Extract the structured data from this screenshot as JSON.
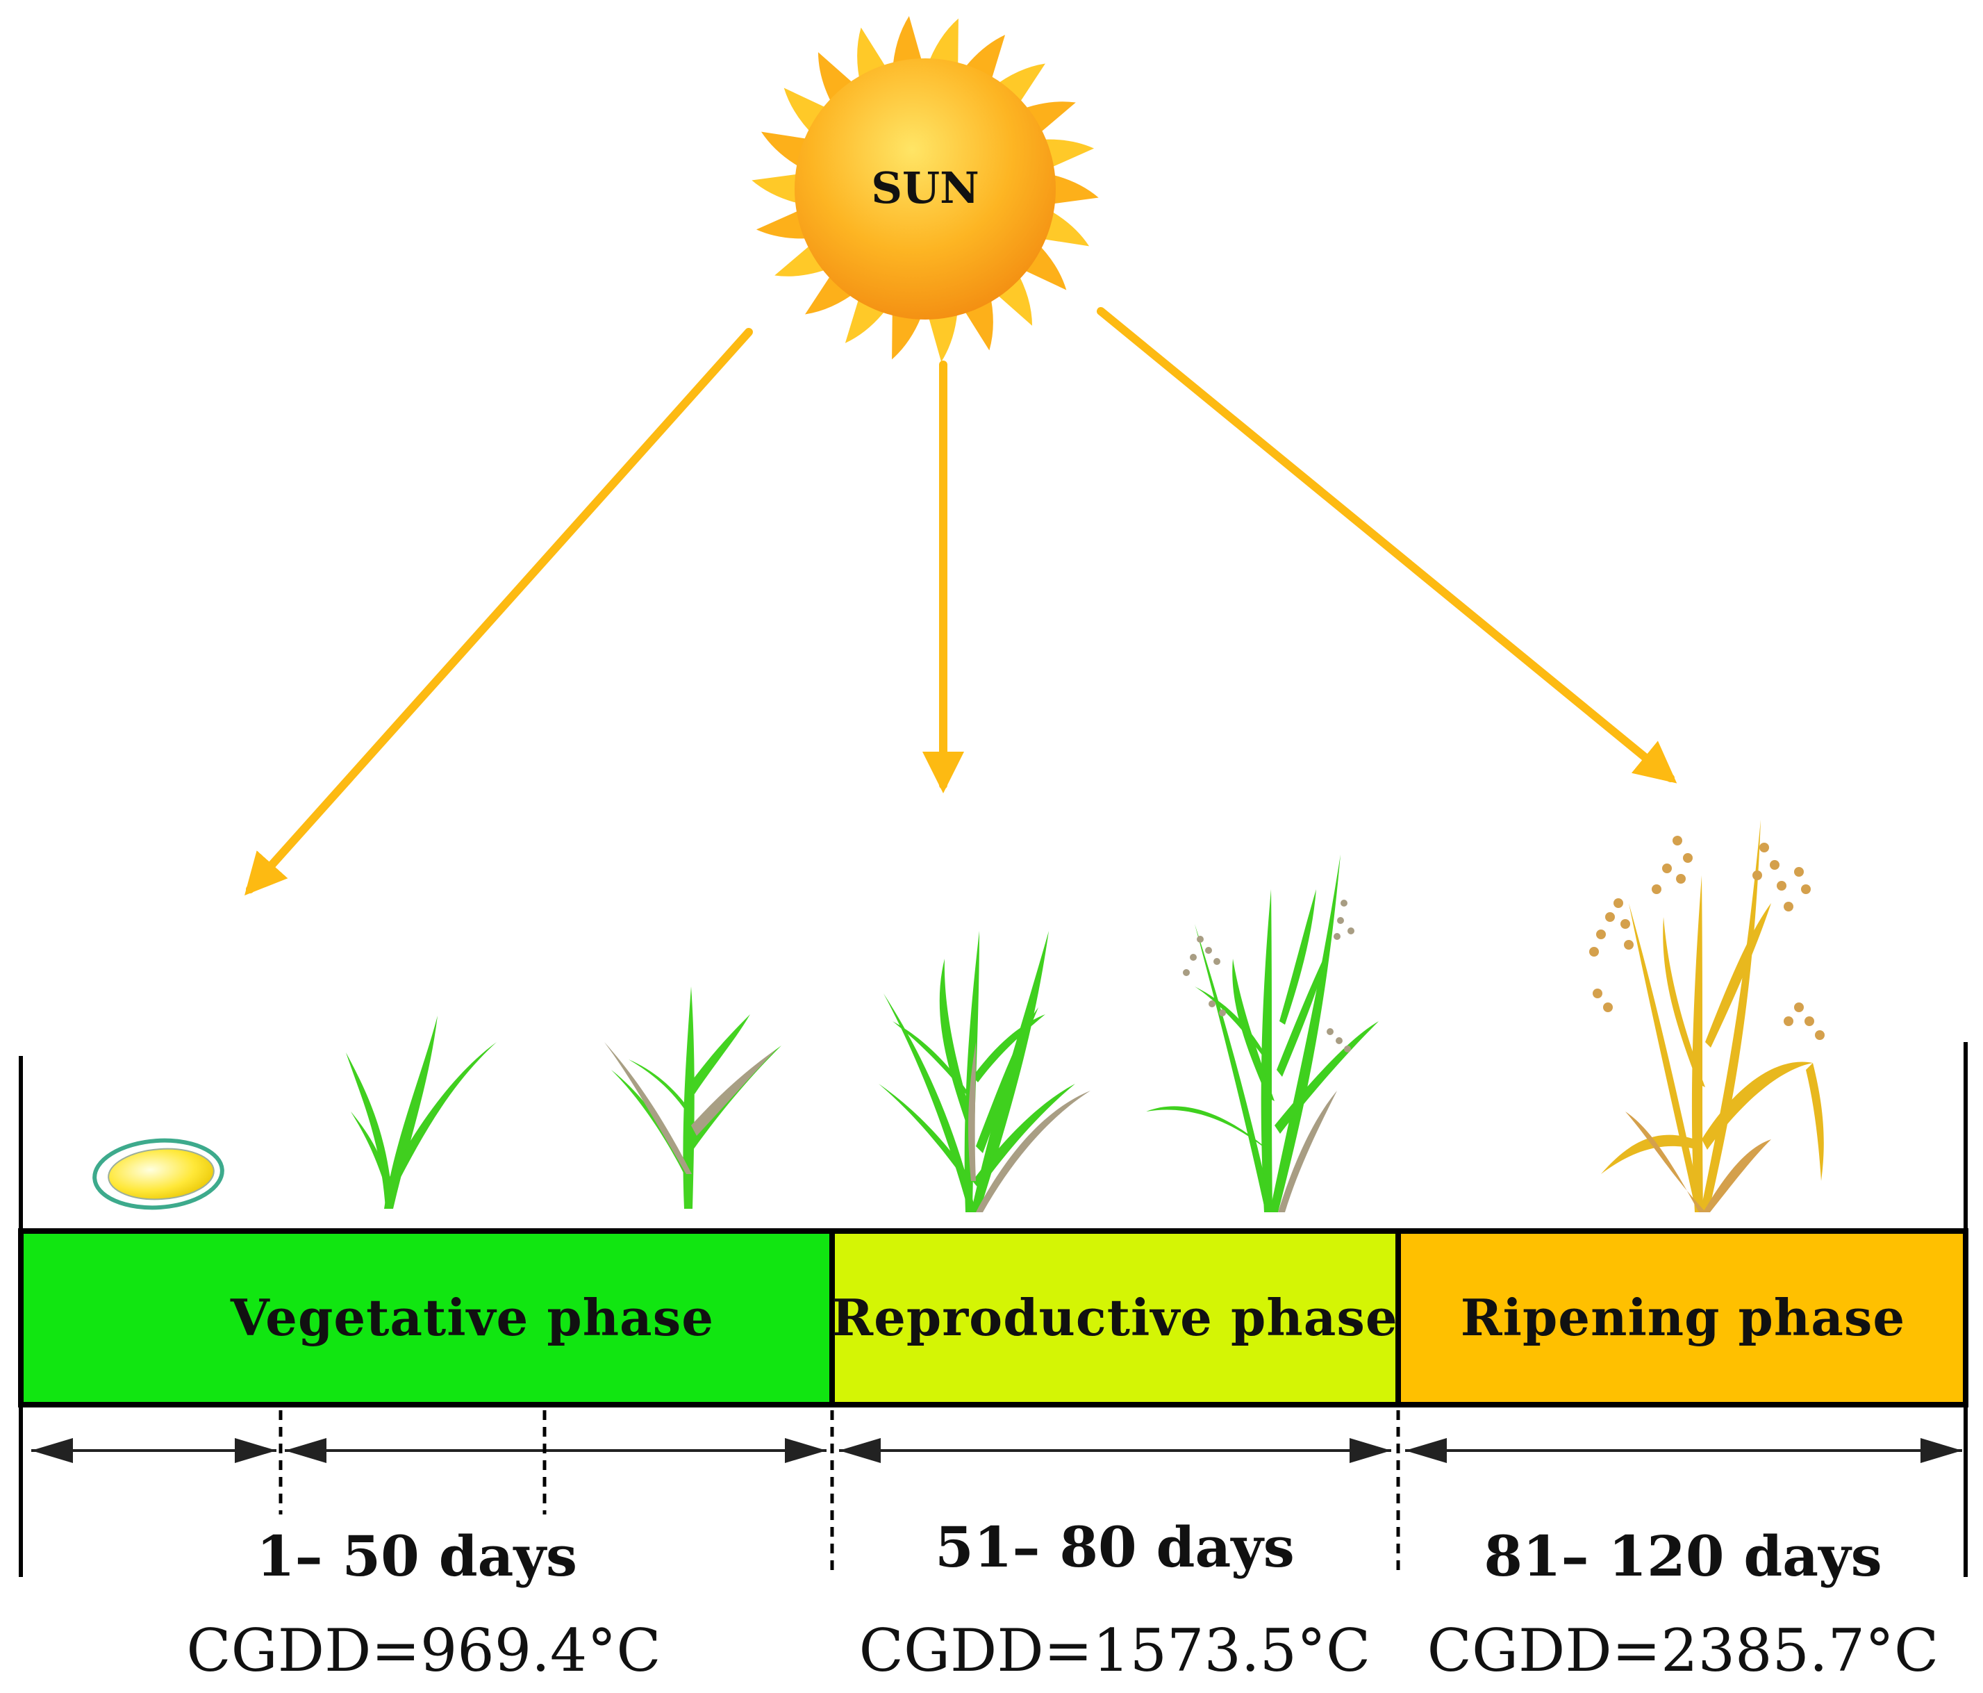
{
  "sun": {
    "label": "SUN",
    "color": "#F7A81B"
  },
  "arrow_color": "#FDBA12",
  "phases": [
    {
      "name": "Vegetative phase",
      "color": "#11E611",
      "days": "1– 50 days",
      "cgdd": "CGDD=969.4°C"
    },
    {
      "name": "Reproductive  phase",
      "color": "#D4F505",
      "days": "51– 80 days",
      "cgdd": "CGDD=1573.5°C"
    },
    {
      "name": "Ripening phase",
      "color": "#FFC000",
      "days": "81– 120 days",
      "cgdd": "CGDD=2385.7°C"
    }
  ],
  "stages": [
    {
      "icon": "rice-seed-icon"
    },
    {
      "icon": "seedling-icon"
    },
    {
      "icon": "tillering-plant-icon"
    },
    {
      "icon": "booting-plant-icon"
    },
    {
      "icon": "heading-plant-icon"
    },
    {
      "icon": "mature-rice-plant-icon"
    }
  ],
  "colors": {
    "leaf_green": "#3CCB1C",
    "mature_gold": "#E6B422"
  }
}
